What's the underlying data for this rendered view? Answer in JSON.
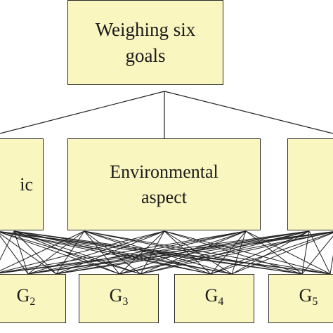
{
  "diagram": {
    "top": {
      "line1": "Weighing six",
      "line2": "goals"
    },
    "aspects": {
      "left_partial": "ic",
      "center_line1": "Environmental",
      "center_line2": "aspect",
      "right_partial": ""
    },
    "goals": [
      {
        "prefix": "G",
        "sub": "2"
      },
      {
        "prefix": "G",
        "sub": "3"
      },
      {
        "prefix": "G",
        "sub": "4"
      },
      {
        "prefix": "G",
        "sub": "5"
      }
    ]
  }
}
